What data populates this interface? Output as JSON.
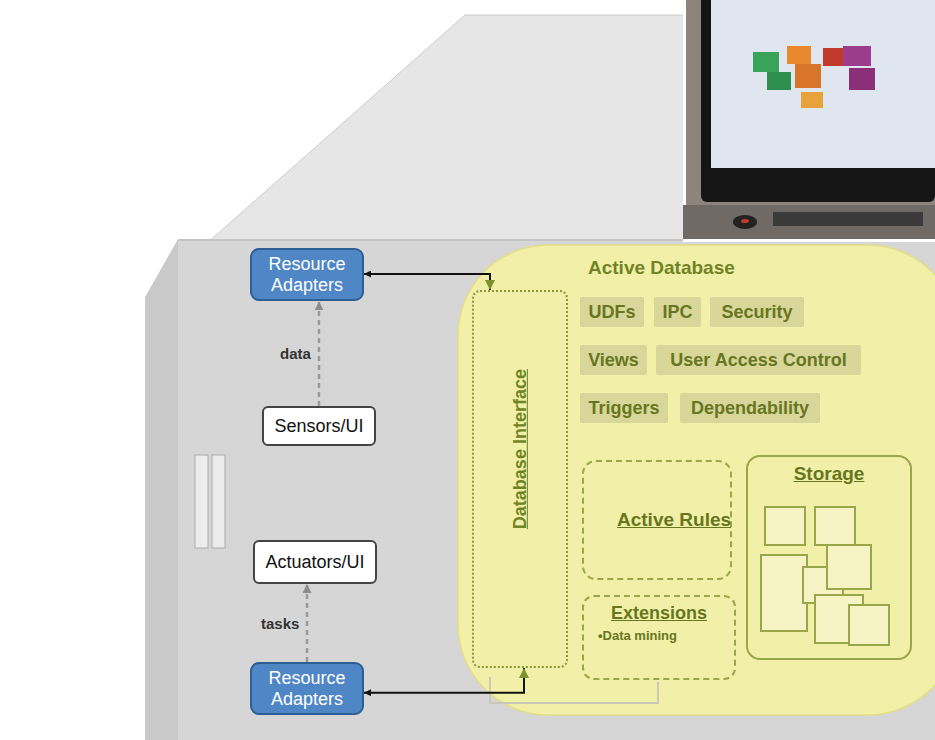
{
  "diagram": {
    "nodes": [
      {
        "text": [
          "Resource Adapters"
        ]
      },
      {
        "text": [
          "Sensors/UI"
        ]
      },
      {
        "text": [
          "Actuators/UI"
        ]
      },
      {
        "text": [
          "Resource Adapters"
        ]
      },
      {
        "text": [
          "Active Database"
        ]
      },
      {
        "text": [
          "Database Interface"
        ],
        "in": 4
      },
      {
        "text": [
          "UDFs"
        ],
        "in": 4
      },
      {
        "text": [
          "IPC"
        ],
        "in": 4
      },
      {
        "text": [
          "Security"
        ],
        "in": 4
      },
      {
        "text": [
          "Views"
        ],
        "in": 4
      },
      {
        "text": [
          "User Access Control"
        ],
        "in": 4
      },
      {
        "text": [
          "Triggers"
        ],
        "in": 4
      },
      {
        "text": [
          "Dependability"
        ],
        "in": 4
      },
      {
        "text": [
          "Active Rules"
        ],
        "in": 4
      },
      {
        "text": [
          "Storage"
        ],
        "in": 4
      },
      {
        "text": [
          "Extensions",
          "•Data mining"
        ],
        "in": 4
      }
    ],
    "edges": [
      {
        "from": 1,
        "to": 0,
        "arrow": "to",
        "label": "data"
      },
      {
        "from": 3,
        "to": 2,
        "arrow": "to",
        "label": "tasks"
      },
      {
        "from": 0,
        "to": 5,
        "arrow": "both"
      },
      {
        "from": 3,
        "to": 5,
        "arrow": "both"
      }
    ]
  }
}
